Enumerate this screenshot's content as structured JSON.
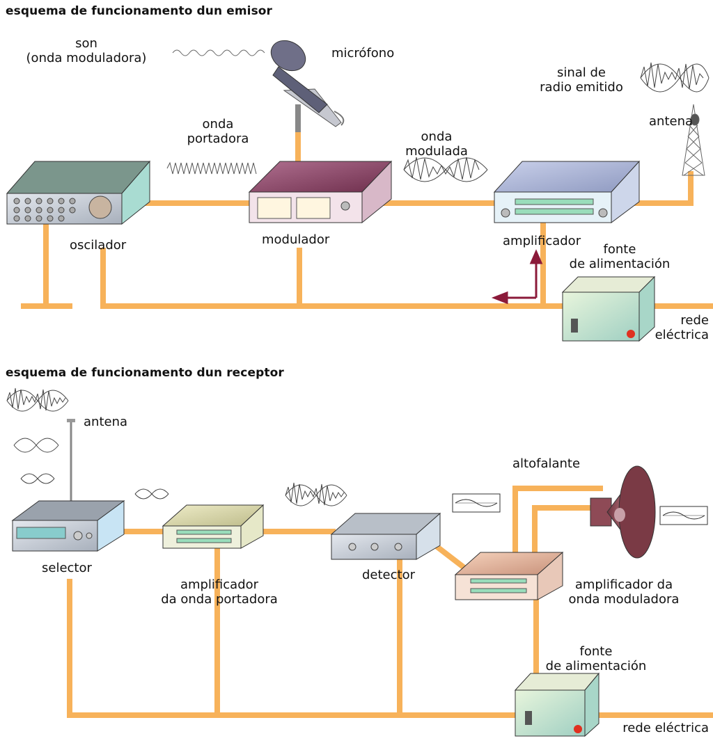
{
  "emitter": {
    "title": "esquema de funcionamento dun emisor",
    "labels": {
      "sound_line1": "son",
      "sound_line2": "(onda moduladora)",
      "microphone": "micrófono",
      "carrier_line1": "onda",
      "carrier_line2": "portadora",
      "modulated_line1": "onda",
      "modulated_line2": "modulada",
      "signal_line1": "sinal de",
      "signal_line2": "radio emitido",
      "antenna": "antena",
      "oscillator": "oscilador",
      "modulator": "modulador",
      "amplifier": "amplificador",
      "power_line1": "fonte",
      "power_line2": "de alimentación",
      "grid_line1": "rede",
      "grid_line2": "eléctrica"
    }
  },
  "receiver": {
    "title": "esquema de funcionamento dun receptor",
    "labels": {
      "antenna": "antena",
      "selector": "selector",
      "carrier_amp_line1": "amplificador",
      "carrier_amp_line2": "da onda portadora",
      "detector": "detector",
      "speaker": "altofalante",
      "mod_amp_line1": "amplificador da",
      "mod_amp_line2": "onda moduladora",
      "power_line1": "fonte",
      "power_line2": "de alimentación",
      "grid": "rede eléctrica"
    }
  },
  "colors": {
    "wire": "#f7b25a",
    "arrow": "#8b1a3a",
    "oscillator_body": "#6f8a80",
    "modulator_body": "#8e4a68",
    "amplifier_body": "#a9b4d6",
    "power_body": "#cfe8d4",
    "receiver_device": "#c9cfd8",
    "carrier_amp_body": "#dedcae",
    "mod_amp_body": "#e6b9a0",
    "speaker": "#7a3a45"
  }
}
